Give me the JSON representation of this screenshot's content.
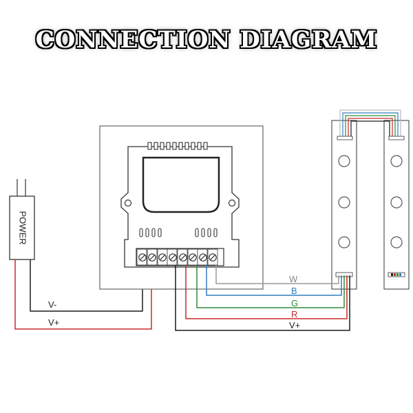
{
  "title": "CONNECTION DIAGRAM",
  "power_label": "POWER",
  "wires": {
    "v_minus": "V-",
    "v_plus_power": "V+",
    "w": "W",
    "b": "B",
    "g": "G",
    "r": "R",
    "v_plus_strip": "V+"
  },
  "colors": {
    "black": "#1a1a1a",
    "red": "#c8282a",
    "green": "#2e8b3a",
    "blue": "#2f7fc0",
    "white_wire": "#9a9a9a",
    "outline": "#333333"
  },
  "icons": [
    "power-adapter-icon",
    "controller-icon",
    "led-strip-icon",
    "terminal-screw-icon"
  ]
}
